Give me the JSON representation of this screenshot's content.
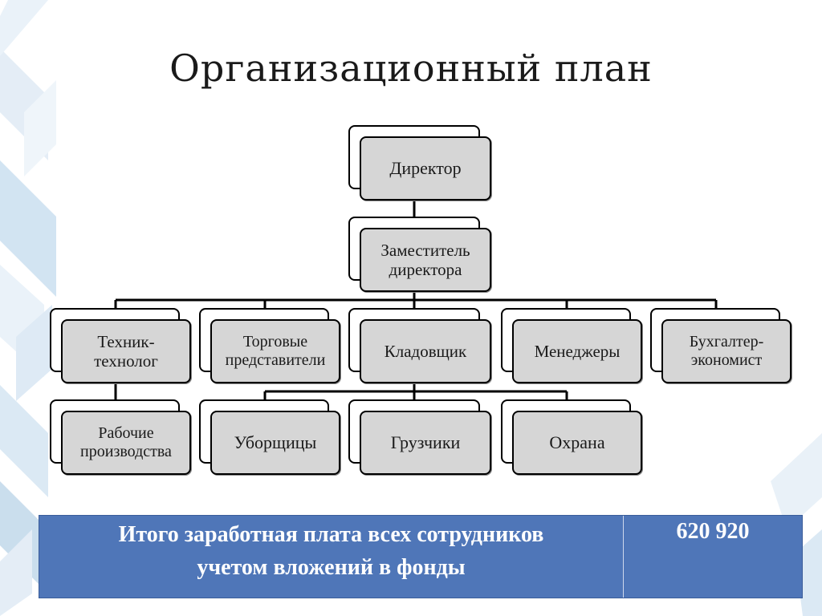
{
  "title": "Организационный план",
  "org_chart": {
    "nodes": [
      {
        "id": "director",
        "label": "Директор"
      },
      {
        "id": "deputy",
        "label": "Заместитель директора"
      },
      {
        "id": "technologist",
        "label": "Техник-технолог"
      },
      {
        "id": "sales-reps",
        "label": "Торговые представители"
      },
      {
        "id": "storekeeper",
        "label": "Кладовщик"
      },
      {
        "id": "managers",
        "label": "Менеджеры"
      },
      {
        "id": "accountant",
        "label": "Бухгалтер-экономист"
      },
      {
        "id": "workers",
        "label": "Рабочие производства"
      },
      {
        "id": "cleaners",
        "label": "Уборщицы"
      },
      {
        "id": "loaders",
        "label": "Грузчики"
      },
      {
        "id": "security",
        "label": "Охрана"
      }
    ],
    "edges": [
      [
        "director",
        "deputy"
      ],
      [
        "deputy",
        "technologist"
      ],
      [
        "deputy",
        "sales-reps"
      ],
      [
        "deputy",
        "storekeeper"
      ],
      [
        "deputy",
        "managers"
      ],
      [
        "deputy",
        "accountant"
      ],
      [
        "technologist",
        "workers"
      ],
      [
        "storekeeper",
        "cleaners"
      ],
      [
        "storekeeper",
        "loaders"
      ],
      [
        "storekeeper",
        "security"
      ]
    ]
  },
  "summary": {
    "label_line1": "Итого заработная плата всех сотрудников",
    "label_line2": "учетом вложений в фонды",
    "value": "620 920"
  },
  "colors": {
    "box_fill": "#d6d6d6",
    "box_border": "#000000",
    "summary_fill": "#4f76b8",
    "decor_light": "#dbe8f3",
    "decor_mid": "#b9d3e8"
  }
}
